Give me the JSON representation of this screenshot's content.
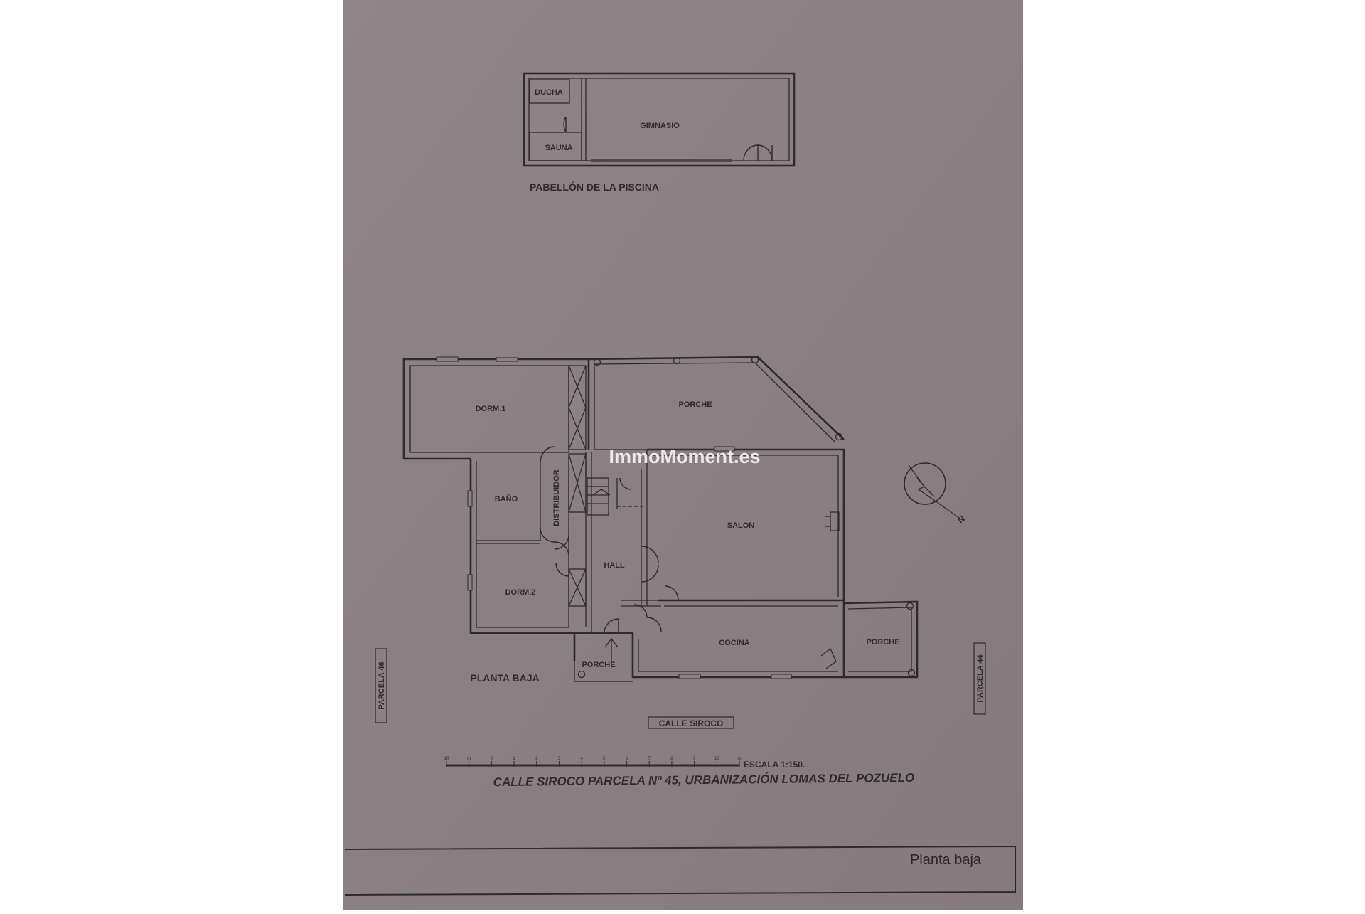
{
  "watermark": "ImmoMoment.es",
  "pool_pavilion": {
    "caption": "PABELLÓN DE LA PISCINA",
    "rooms": {
      "shower": "DUCHA",
      "sauna": "SAUNA",
      "gym": "GIMNASIO"
    }
  },
  "ground_floor": {
    "caption": "PLANTA BAJA",
    "rooms": {
      "bedroom1": "DORM.1",
      "porch_top": "PORCHE",
      "bathroom": "BAÑO",
      "distributor": "DISTRIBUIDOR",
      "living_room": "SALON",
      "hall": "HALL",
      "bedroom2": "DORM.2",
      "kitchen": "COCINA",
      "porch_entry": "PORCHE",
      "porch_right": "PORCHE"
    }
  },
  "neighbors": {
    "left": "PARCELA 46",
    "right": "PARCELA 44"
  },
  "street": "CALLE SIROCO",
  "north_label": "N",
  "scale": {
    "label": "ESCALA 1:150.",
    "ticks": [
      "10",
      "m",
      "0",
      "1",
      "2",
      "3",
      "4",
      "5",
      "6",
      "7",
      "8",
      "9",
      "10",
      "m"
    ]
  },
  "address": "CALLE SIROCO PARCELA Nº 45, URBANIZACIÓN LOMAS DEL POZUELO",
  "footer_label": "Planta baja",
  "colors": {
    "paper": "#8c8184",
    "ink": "#2e2a2b",
    "background": "#ffffff",
    "watermark": "#f4f1f2"
  }
}
